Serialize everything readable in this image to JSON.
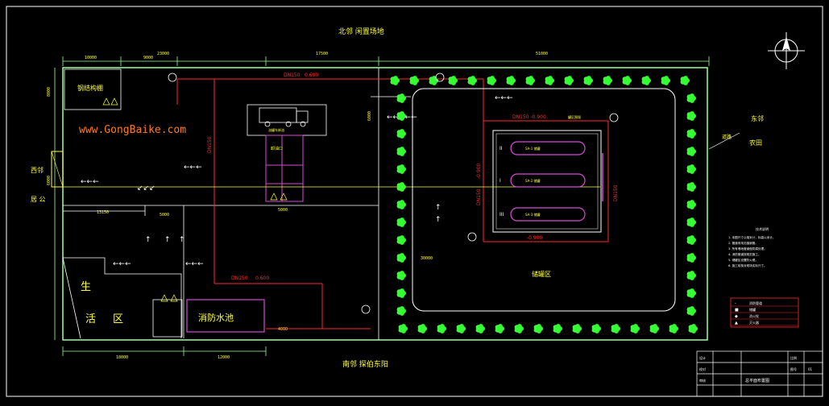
{
  "colors": {
    "background": "#000000",
    "outline": "#ffffff",
    "boundary": "#9aff9a",
    "pipe": "#ff2a2a",
    "building": "#d64bd6",
    "label": "#ffff33",
    "trees": "#33ff33",
    "cyan": "#33dddd",
    "watermark": "#ff7a1a"
  },
  "labels": {
    "north_label": "北邻 闲置场地",
    "south_label": "南邻 探伯东阳",
    "east_label": "东邻",
    "east_sub": "农田",
    "east_road": "道路",
    "west_label": "西邻",
    "west_sub": "居 公",
    "steel_shed": "钢结构棚",
    "life_zone_1": "生",
    "life_zone_2": "活",
    "life_zone_3": "区",
    "fire_pool": "消防水池",
    "tank_zone": "储罐区",
    "unloading": "卸油口",
    "oil_truck": "油罐车卸油",
    "tank_area_label": "罐区围堰",
    "watermark": "www.GongBaike.com"
  },
  "pipes": {
    "main": "DN150",
    "pressure": "0.600",
    "tank_pipe": "DN150 -0.900",
    "bottom": "-0.900",
    "lower_pipe": "DN150",
    "lower_pressure": "0.600",
    "vertical": "DN150",
    "vertical_2": "DN150",
    "vertical_3": "DN150",
    "elev": "-0.900"
  },
  "dims": {
    "top_1": "10000",
    "top_2": "9000",
    "top_3": "23000",
    "top_4": "17500",
    "top_5": "51000",
    "bot_1": "18000",
    "bot_2": "12000",
    "mid_1": "13150",
    "mid_2": "5000",
    "mid_3": "30000",
    "mid_4": "6000",
    "left_1": "8000",
    "left_2": "6000",
    "mid_5": "4000",
    "mid_6": "5000"
  },
  "tanks": [
    {
      "id": "II",
      "label": "SA-1 储罐"
    },
    {
      "id": "I",
      "label": "SA-2 储罐"
    },
    {
      "id": "III",
      "label": "SA-3 储罐"
    }
  ],
  "notes_title": "技术说明",
  "notes": [
    "1. 本图尺寸以毫米计，标高以米计。",
    "2. 管道采用无缝钢管。",
    "3. 所有埋地管道做防腐处理。",
    "4. 消防管道按规范施工。",
    "5. 储罐区设置防火堤。",
    "6. 施工前核对现场实际尺寸。"
  ],
  "legend_rows": [
    {
      "symbol": "-",
      "text": "消防管道"
    },
    {
      "symbol": "■",
      "text": "储罐"
    },
    {
      "symbol": "◆",
      "text": "消火栓"
    },
    {
      "symbol": "▲",
      "text": "灭火器"
    }
  ],
  "title_block": {
    "drawing_title": "总平面布置图",
    "design": "设计",
    "check": "校对",
    "approve": "审核",
    "scale": "比例",
    "sheet": "图号",
    "no": "01"
  }
}
